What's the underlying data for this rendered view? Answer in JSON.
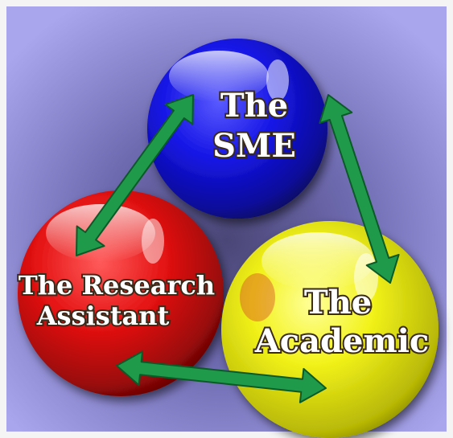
{
  "nodes": {
    "sme": {
      "line1": "The",
      "line2": "SME",
      "color": "#1414e0"
    },
    "research_assistant": {
      "line1": "The Research",
      "line2": "Assistant",
      "color": "#e01010"
    },
    "academic": {
      "line1": "The",
      "line2": "Academic",
      "color": "#eeee10"
    }
  },
  "connections": [
    {
      "from": "sme",
      "to": "research_assistant",
      "bidirectional": true
    },
    {
      "from": "sme",
      "to": "academic",
      "bidirectional": true
    },
    {
      "from": "research_assistant",
      "to": "academic",
      "bidirectional": true
    }
  ],
  "colors": {
    "arrow": "#1e9a4a",
    "background": "#8a86d0",
    "frame": "#f4f4f4"
  }
}
